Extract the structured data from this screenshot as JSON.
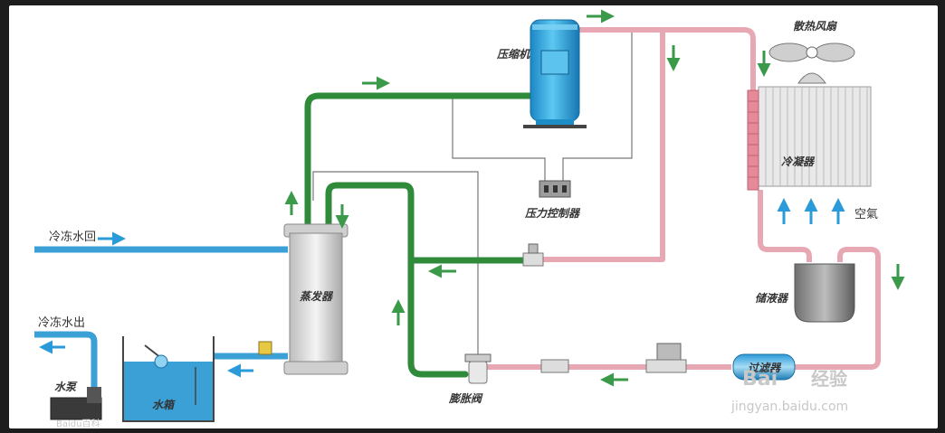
{
  "labels": {
    "compressor": "压缩机",
    "fan": "散热风扇",
    "condenser": "冷凝器",
    "air": "空氣",
    "pressure_controller": "压力控制器",
    "chilled_return": "冷冻水回",
    "chilled_out": "冷冻水出",
    "evaporator": "蒸发器",
    "receiver": "储液器",
    "filter": "过滤器",
    "pump": "水泵",
    "tank": "水箱",
    "expansion_valve": "膨胀阀"
  },
  "watermark": {
    "brand": "Bai",
    "brand_cn": "经验",
    "url": "jingyan.baidu.com",
    "small": "Baidu百科"
  },
  "colors": {
    "green_pipe": "#2f8a3a",
    "pink_pipe": "#e7a8b4",
    "water_pipe": "#3aa0d6",
    "compressor_blue": "#22a8e0",
    "arrow_green": "#3a9a4a",
    "arrow_blue": "#2a9ad8"
  }
}
